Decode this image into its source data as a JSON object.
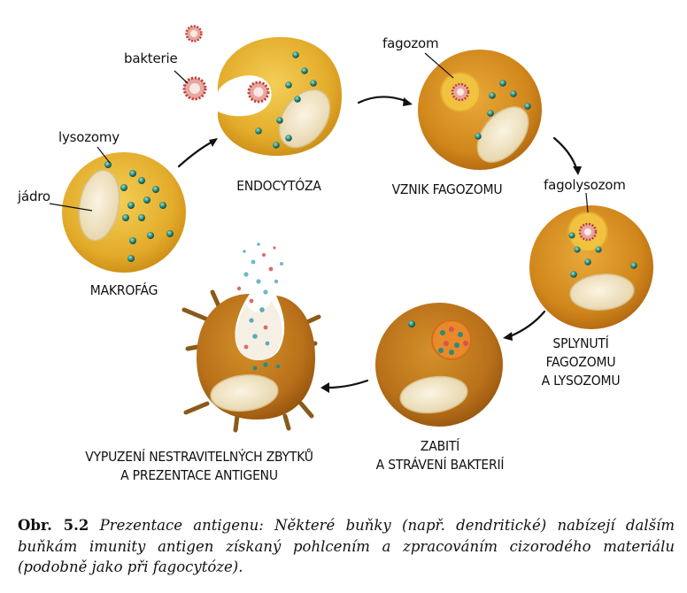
{
  "labels": {
    "bacteria": "bakterie",
    "lysosomes": "lysozomy",
    "nucleus": "jádro",
    "phagosome": "fagozom",
    "phagolysosome": "fagolysozom"
  },
  "stages": {
    "macrophage": "MAKROFÁG",
    "endocytosis": "ENDOCYTÓZA",
    "phagosome_formation": "VZNIK FAGOZOMU",
    "fusion": [
      "SPLYNUTÍ",
      "FAGOZOMU",
      "A LYSOZOMU"
    ],
    "killing": [
      "ZABITÍ",
      "A STRÁVENÍ BAKTERIÍ"
    ],
    "release": [
      "VYPUZENÍ NESTRAVITELNÝCH ZBYTKŮ",
      "A PREZENTACE ANTIGENU"
    ]
  },
  "caption": {
    "number": "Obr. 5.2",
    "text": "Prezentace antigenu: Některé buňky (např. dendritické) nabízejí dalším buňkám imunity antigen získaný pohlcením a zpracováním cizorodého materiálu (podobně jako při fagocytóze)."
  },
  "colors": {
    "cell_yellow": "#e8b42c",
    "cell_orange": "#d98a1c",
    "cell_dark": "#b86a12",
    "nucleus": "#f3e7c9",
    "lysosome": "#1e7f74",
    "bacterium": "#d9534f"
  }
}
